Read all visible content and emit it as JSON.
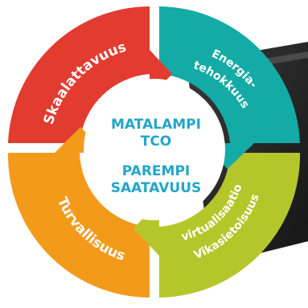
{
  "colors": {
    "red": "#e23c31",
    "teal": "#14aba6",
    "orange": "#f39a1b",
    "lime": "#b5c62a",
    "center_text": "#22a6c9",
    "device_dark": "#2b2b2b"
  },
  "segments": {
    "top_left": {
      "label": "Skaalattavuus"
    },
    "top_right": {
      "line1": "Energia-",
      "line2": "tehokkuus"
    },
    "bottom_left": {
      "label": "Turvallisuus"
    },
    "bottom_right": {
      "line1": "Vikasietoisuus",
      "line2": "virtualisaatio"
    }
  },
  "center": {
    "line1": "MATALAMPI",
    "line2": "TCO",
    "line3": "PAREMPI",
    "line4": "SAATAVUUS"
  }
}
